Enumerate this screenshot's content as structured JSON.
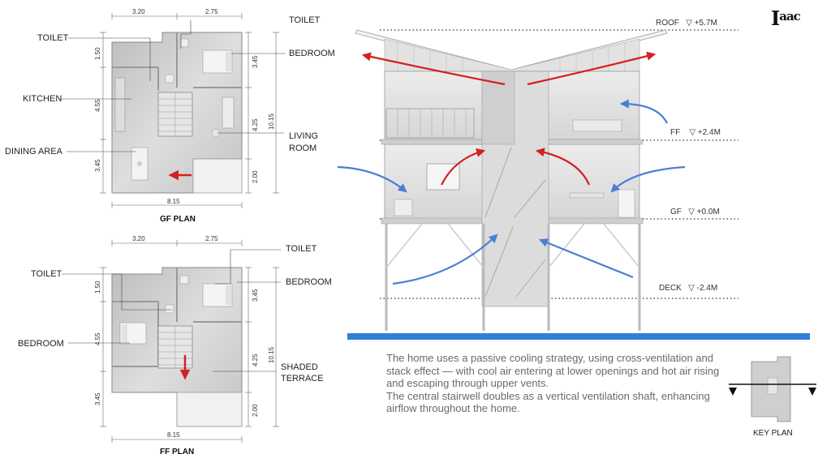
{
  "brand": {
    "logo_main": "I",
    "logo_sup": "aac"
  },
  "gf_plan": {
    "title": "GF PLAN",
    "labels": {
      "toilet_top": "TOILET",
      "bedroom": "BEDROOM",
      "toilet_left": "TOILET",
      "kitchen": "KITCHEN",
      "dining": "DINING AREA",
      "living_1": "LIVING",
      "living_2": "ROOM"
    },
    "dims": {
      "top_left": "3.20",
      "top_right": "2.75",
      "bottom": "8.15",
      "v_1_50": "1.50",
      "v_4_55": "4.55",
      "v_3_45_left": "3.45",
      "v_3_45_right": "3.45",
      "v_4_25": "4.25",
      "v_10_15": "10.15",
      "v_2_00": "2.00"
    }
  },
  "ff_plan": {
    "title": "FF PLAN",
    "labels": {
      "toilet_top": "TOILET",
      "bedroom_right": "BEDROOM",
      "toilet_left": "TOILET",
      "bedroom_left": "BEDROOM",
      "terrace_1": "SHADED",
      "terrace_2": "TERRACE"
    },
    "dims": {
      "top_left": "3.20",
      "top_right": "2.75",
      "bottom": "8.15",
      "v_1_50": "1.50",
      "v_4_55": "4.55",
      "v_3_45_left": "3.45",
      "v_3_45_right": "3.45",
      "v_4_25": "4.25",
      "v_10_15": "10.15",
      "v_2_00": "2.00"
    }
  },
  "section": {
    "levels": [
      {
        "name": "ROOF",
        "value": "+5.7M"
      },
      {
        "name": "FF",
        "value": "+2.4M"
      },
      {
        "name": "GF",
        "value": "+0.0M"
      },
      {
        "name": "DECK",
        "value": "-2.4M"
      }
    ],
    "level_symbol": "▽"
  },
  "description": {
    "paragraph_1": "The home uses a passive cooling strategy, using cross-ventilation and stack effect — with cool air entering at lower openings and hot air rising and escaping through upper vents.",
    "paragraph_2": "The central stairwell doubles as a vertical ventilation shaft, enhancing airflow throughout the home."
  },
  "key_plan": {
    "label": "KEY PLAN"
  },
  "colors": {
    "hot_air": "#d42020",
    "cool_air": "#4a7fd4",
    "ground": "#2f7fd6"
  }
}
